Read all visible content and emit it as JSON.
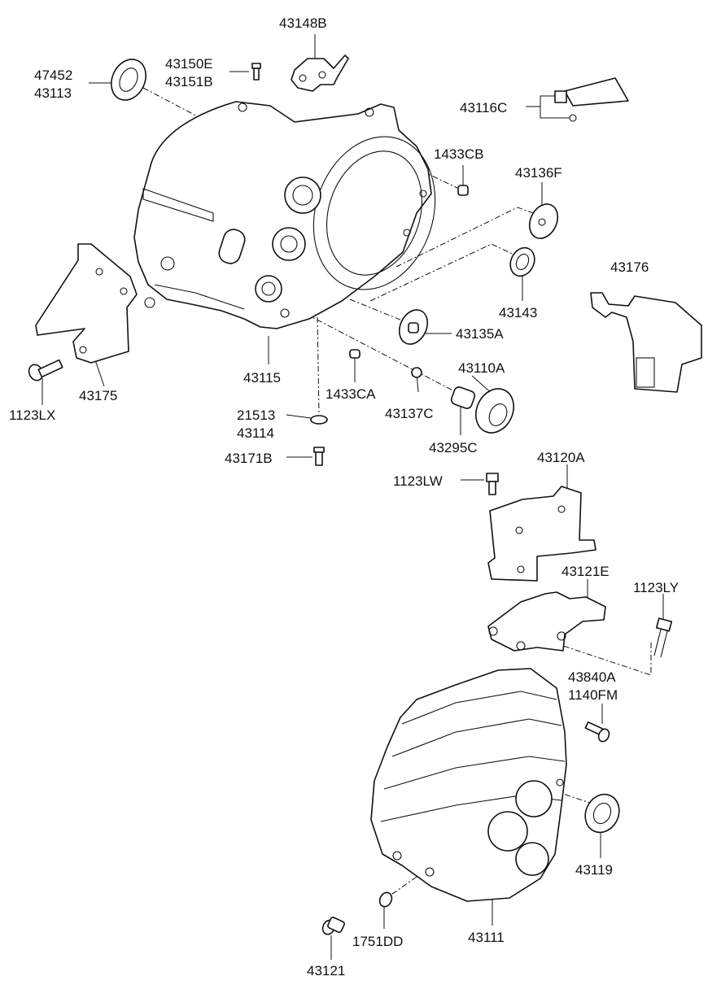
{
  "labels": {
    "l_43148B": "43148B",
    "l_47452": "47452",
    "l_43113": "43113",
    "l_43150E": "43150E",
    "l_43151B": "43151B",
    "l_43116C": "43116C",
    "l_1433CB": "1433CB",
    "l_43136F": "43136F",
    "l_43176": "43176",
    "l_43143": "43143",
    "l_43135A": "43135A",
    "l_43110A": "43110A",
    "l_43115": "43115",
    "l_1433CA": "1433CA",
    "l_43175": "43175",
    "l_1123LX": "1123LX",
    "l_21513": "21513",
    "l_43114": "43114",
    "l_43137C": "43137C",
    "l_43295C": "43295C",
    "l_43171B": "43171B",
    "l_1123LW": "1123LW",
    "l_43120A": "43120A",
    "l_43121E": "43121E",
    "l_1123LY": "1123LY",
    "l_43840A": "43840A",
    "l_1140FM": "1140FM",
    "l_43119": "43119",
    "l_43111": "43111",
    "l_1751DD": "1751DD",
    "l_43121": "43121"
  }
}
